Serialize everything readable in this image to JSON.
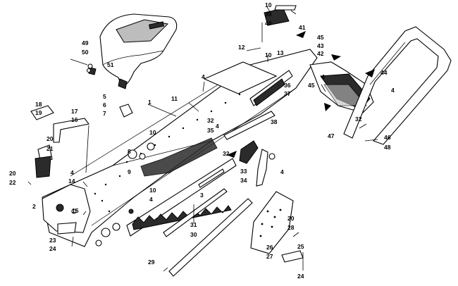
{
  "callouts": [
    {
      "id": "c1",
      "text": "1"
    },
    {
      "id": "c2",
      "text": "2"
    },
    {
      "id": "c3",
      "text": "3"
    },
    {
      "id": "c4a",
      "text": "4"
    },
    {
      "id": "c4b",
      "text": "4"
    },
    {
      "id": "c4c",
      "text": "4"
    },
    {
      "id": "c4d",
      "text": "4"
    },
    {
      "id": "c4e",
      "text": "4"
    },
    {
      "id": "c4f",
      "text": "4"
    },
    {
      "id": "c4g",
      "text": "4"
    },
    {
      "id": "c5",
      "text": "5"
    },
    {
      "id": "c6",
      "text": "6"
    },
    {
      "id": "c7",
      "text": "7"
    },
    {
      "id": "c8",
      "text": "8"
    },
    {
      "id": "c9",
      "text": "9"
    },
    {
      "id": "c10a",
      "text": "10"
    },
    {
      "id": "c10b",
      "text": "10"
    },
    {
      "id": "c10c",
      "text": "10"
    },
    {
      "id": "c10d",
      "text": "10"
    },
    {
      "id": "c11",
      "text": "11"
    },
    {
      "id": "c12",
      "text": "12"
    },
    {
      "id": "c13",
      "text": "13"
    },
    {
      "id": "c14",
      "text": "14"
    },
    {
      "id": "c15",
      "text": "15"
    },
    {
      "id": "c16",
      "text": "16"
    },
    {
      "id": "c17",
      "text": "17"
    },
    {
      "id": "c18",
      "text": "18"
    },
    {
      "id": "c19",
      "text": "19"
    },
    {
      "id": "c20a",
      "text": "20"
    },
    {
      "id": "c20b",
      "text": "20"
    },
    {
      "id": "c20c",
      "text": "20"
    },
    {
      "id": "c21",
      "text": "21"
    },
    {
      "id": "c22",
      "text": "22"
    },
    {
      "id": "c23",
      "text": "23"
    },
    {
      "id": "c24a",
      "text": "24"
    },
    {
      "id": "c24b",
      "text": "24"
    },
    {
      "id": "c25",
      "text": "25"
    },
    {
      "id": "c26",
      "text": "26"
    },
    {
      "id": "c27",
      "text": "27"
    },
    {
      "id": "c28",
      "text": "28"
    },
    {
      "id": "c29",
      "text": "29"
    },
    {
      "id": "c30",
      "text": "30"
    },
    {
      "id": "c31",
      "text": "31"
    },
    {
      "id": "c32a",
      "text": "32"
    },
    {
      "id": "c32b",
      "text": "32"
    },
    {
      "id": "c32c",
      "text": "32"
    },
    {
      "id": "c33",
      "text": "33"
    },
    {
      "id": "c34",
      "text": "34"
    },
    {
      "id": "c35",
      "text": "35"
    },
    {
      "id": "c36",
      "text": "36"
    },
    {
      "id": "c37",
      "text": "37"
    },
    {
      "id": "c38",
      "text": "38"
    },
    {
      "id": "c39",
      "text": "39"
    },
    {
      "id": "c40",
      "text": "40"
    },
    {
      "id": "c41",
      "text": "41"
    },
    {
      "id": "c42",
      "text": "42"
    },
    {
      "id": "c43",
      "text": "43"
    },
    {
      "id": "c44",
      "text": "44"
    },
    {
      "id": "c45a",
      "text": "45"
    },
    {
      "id": "c45b",
      "text": "45"
    },
    {
      "id": "c46",
      "text": "46"
    },
    {
      "id": "c47",
      "text": "47"
    },
    {
      "id": "c48",
      "text": "48"
    },
    {
      "id": "c49",
      "text": "49"
    },
    {
      "id": "c50",
      "text": "50"
    },
    {
      "id": "c51",
      "text": "51"
    }
  ]
}
